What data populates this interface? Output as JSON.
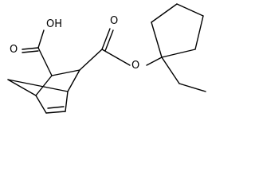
{
  "structure": {
    "labels": {
      "hydroxyl": "OH",
      "acid_carbonyl_oxygen": "O",
      "ester_carbonyl_oxygen": "O",
      "ester_oxygen": "O"
    },
    "colors": {
      "bond": "#000000",
      "label": "#000000",
      "background": "#ffffff"
    }
  }
}
